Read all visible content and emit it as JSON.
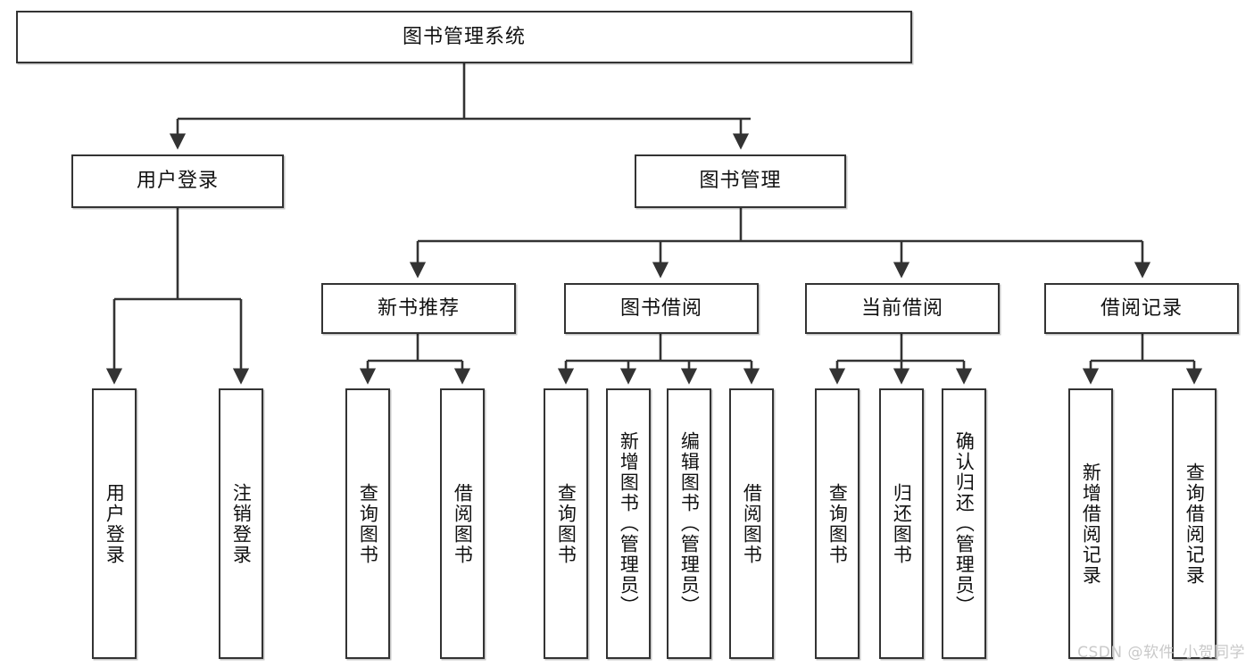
{
  "diagram": {
    "title": "图书管理系统",
    "type": "tree-hierarchy",
    "watermark": "CSDN @软件_小贺同学",
    "colors": {
      "box_border": "#333333",
      "box_fill": "#ffffff",
      "line": "#333333",
      "text": "#111111",
      "watermark": "#c9c9c9"
    },
    "root": {
      "label": "图书管理系统"
    },
    "level2": [
      {
        "label": "用户登录"
      },
      {
        "label": "图书管理"
      }
    ],
    "level3": [
      {
        "label": "新书推荐"
      },
      {
        "label": "图书借阅"
      },
      {
        "label": "当前借阅"
      },
      {
        "label": "借阅记录"
      }
    ],
    "leaves": {
      "user_login": [
        {
          "label": "用户登录"
        },
        {
          "label": "注销登录"
        }
      ],
      "new_book": [
        {
          "label": "查询图书"
        },
        {
          "label": "借阅图书"
        }
      ],
      "book_borrow": [
        {
          "label": "查询图书"
        },
        {
          "label": "新增图书（管理员）"
        },
        {
          "label": "编辑图书（管理员）"
        },
        {
          "label": "借阅图书"
        }
      ],
      "current_borrow": [
        {
          "label": "查询图书"
        },
        {
          "label": "归还图书"
        },
        {
          "label": "确认归还（管理员）"
        }
      ],
      "borrow_record": [
        {
          "label": "新增借阅记录"
        },
        {
          "label": "查询借阅记录"
        }
      ]
    }
  }
}
